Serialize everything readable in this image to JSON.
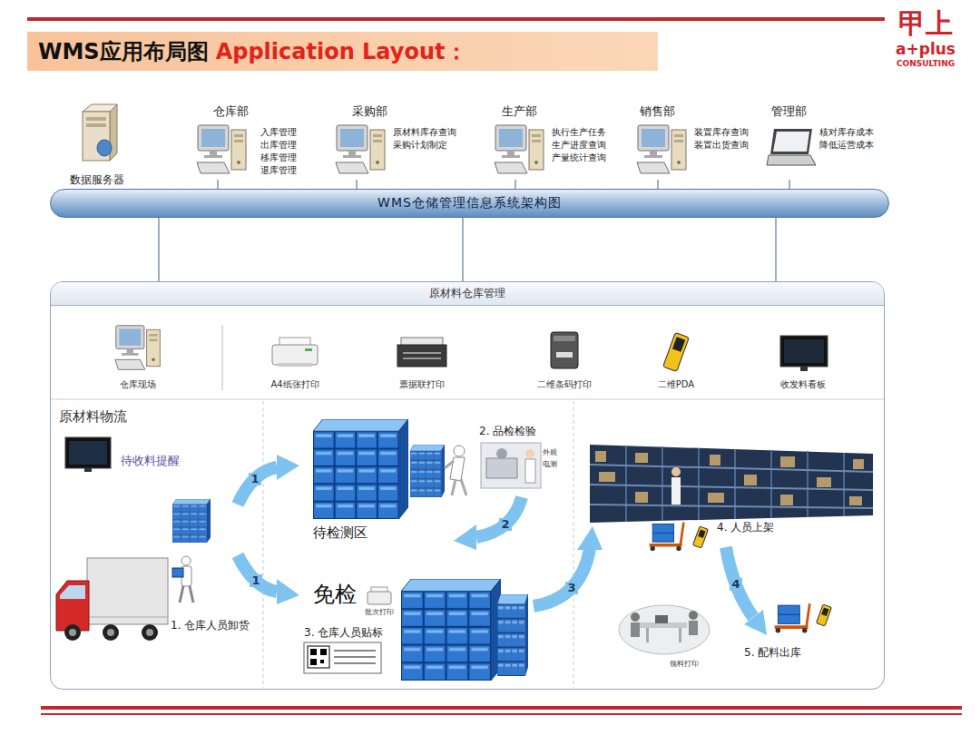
{
  "diagram": {
    "title": "WMS应用布局图",
    "nodes": [
      {
        "text": [
          "数据服务器"
        ]
      },
      {
        "text": [
          "仓库部",
          "入库管理 出库管理 移库管理 退库管理"
        ]
      },
      {
        "text": [
          "采购部",
          "原材料库存查询 采购计划制定"
        ]
      },
      {
        "text": [
          "生产部",
          "执行生产任务 生产进度查询 产量统计查询"
        ]
      },
      {
        "text": [
          "销售部",
          "装置库存查询 装置出货查询"
        ]
      },
      {
        "text": [
          "管理部",
          "核对库存成本 降低运营成本"
        ]
      },
      {
        "text": [
          "WMS仓储管理信息系统架构图"
        ]
      },
      {
        "text": [
          "原材料仓库管理"
        ]
      }
    ],
    "edges": [
      {
        "from": 1,
        "to": 6,
        "arrow": "none"
      },
      {
        "from": 2,
        "to": 6,
        "arrow": "none"
      },
      {
        "from": 3,
        "to": 6,
        "arrow": "none"
      },
      {
        "from": 4,
        "to": 6,
        "arrow": "none"
      },
      {
        "from": 5,
        "to": 6,
        "arrow": "none"
      },
      {
        "from": 6,
        "to": 7,
        "arrow": "none"
      },
      {
        "from": 6,
        "to": 7,
        "arrow": "none"
      },
      {
        "from": 6,
        "to": 7,
        "arrow": "none"
      }
    ],
    "labels": [
      "Application Layout：",
      "甲上",
      "a+plus",
      "CONSULTING",
      "仓库现场",
      "A4纸张打印",
      "票据联打印",
      "二维条码打印",
      "二维PDA",
      "收发料看板",
      "原材料物流",
      "待收料提醒",
      "1",
      "1",
      "待检测区",
      "2. 品检检验",
      "外观",
      "电测",
      "2",
      "免检",
      "批次打印",
      "3. 仓库人员贴标",
      "1. 仓库人员卸货",
      "3",
      "4. 人员上架",
      "4",
      "5. 配料出库",
      "领料打印"
    ]
  }
}
